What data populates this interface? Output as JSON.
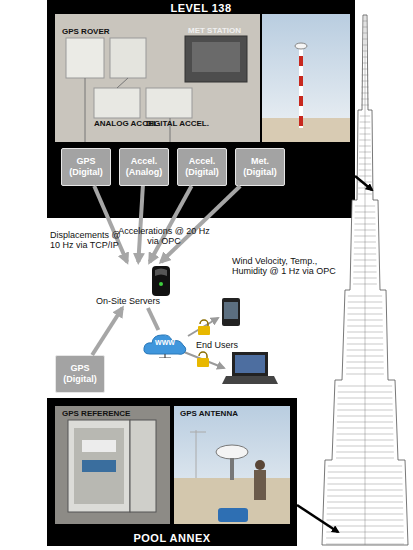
{
  "diagram": {
    "nodes": [
      {
        "text": [
          "LEVEL 138"
        ]
      },
      {
        "text": [
          "GPS (Digital)"
        ],
        "in": 0
      },
      {
        "text": [
          "Accel. (Analog)"
        ],
        "in": 0
      },
      {
        "text": [
          "Accel. (Digital)"
        ],
        "in": 0
      },
      {
        "text": [
          "Met. (Digital)"
        ],
        "in": 0
      },
      {
        "text": [
          "On-Site Servers"
        ]
      },
      {
        "text": [
          "WWW"
        ]
      },
      {
        "text": [
          "GPS (Digital)"
        ]
      },
      {
        "text": [
          "POOL ANNEX"
        ]
      }
    ],
    "edges": [
      {
        "from": 1,
        "to": 5,
        "arrow": "to",
        "label": "Displacements @ 10 Hz via TCP/IP"
      },
      {
        "from": 2,
        "to": 5,
        "arrow": "to",
        "label": "Accelerations @ 20 Hz via OPC"
      },
      {
        "from": 3,
        "to": 5,
        "arrow": "to"
      },
      {
        "from": 4,
        "to": 5,
        "arrow": "to",
        "label": "Wind Velocity, Temp., Humidity @ 1 Hz via OPC"
      },
      {
        "from": 5,
        "to": 6,
        "arrow": "none"
      },
      {
        "from": 7,
        "to": 5,
        "arrow": "to"
      }
    ],
    "labels": [
      "GPS ROVER",
      "MET STATION",
      "ANALOG ACCEL.",
      "DIGITAL ACCEL.",
      "End Users",
      "GPS REFERENCE",
      "GPS ANTENNA"
    ]
  }
}
